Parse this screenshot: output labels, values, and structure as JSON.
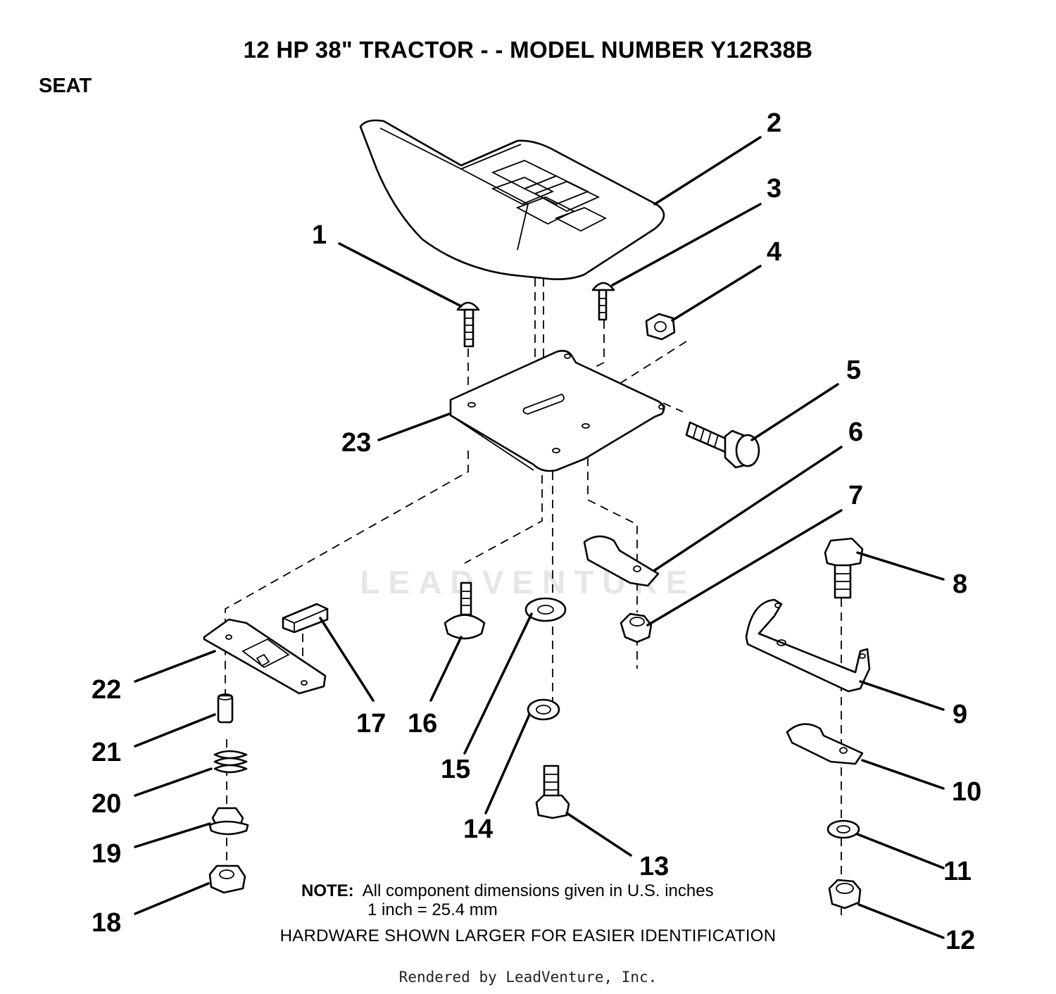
{
  "header": {
    "title": "12 HP 38\" TRACTOR - - MODEL NUMBER Y12R38B",
    "section": "SEAT"
  },
  "callouts": [
    "1",
    "2",
    "3",
    "4",
    "5",
    "6",
    "7",
    "8",
    "9",
    "10",
    "11",
    "12",
    "13",
    "14",
    "15",
    "16",
    "17",
    "18",
    "19",
    "20",
    "21",
    "22",
    "23"
  ],
  "notes": {
    "label": "NOTE:",
    "line1": "All component dimensions given in U.S. inches",
    "line2": "1 inch = 25.4 mm",
    "line3": "HARDWARE SHOWN LARGER FOR EASIER IDENTIFICATION"
  },
  "watermark": "LEADVENTURE",
  "footer": "Rendered by LeadVenture, Inc."
}
